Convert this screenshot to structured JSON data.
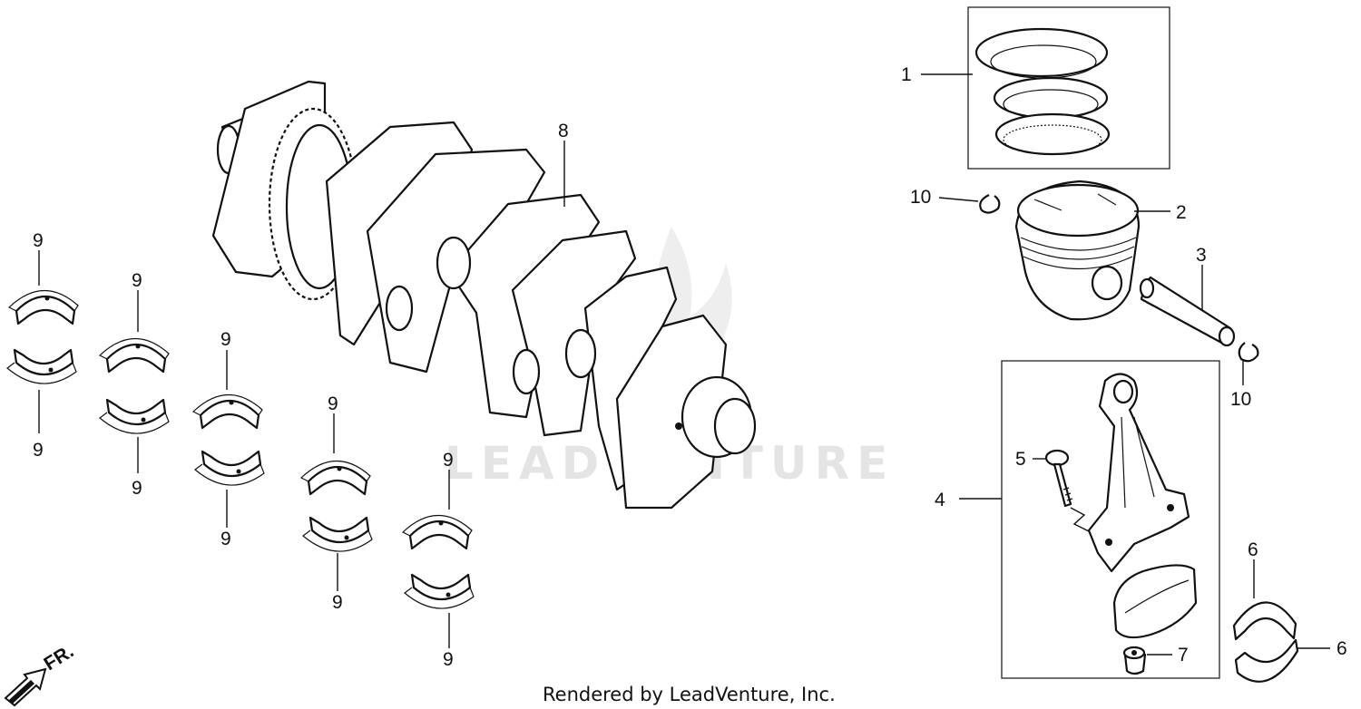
{
  "diagram": {
    "watermark": "LEADVENTURE",
    "footer": "Rendered by LeadVenture, Inc.",
    "direction_marker": "FR.",
    "callouts": {
      "piston_rings": "1",
      "piston": "2",
      "piston_pin": "3",
      "connecting_rod": "4",
      "rod_bolt": "5",
      "crankpin_bearing": "6",
      "rod_nut": "7",
      "crankshaft": "8",
      "main_bearing": "9",
      "pin_clip": "10"
    }
  }
}
